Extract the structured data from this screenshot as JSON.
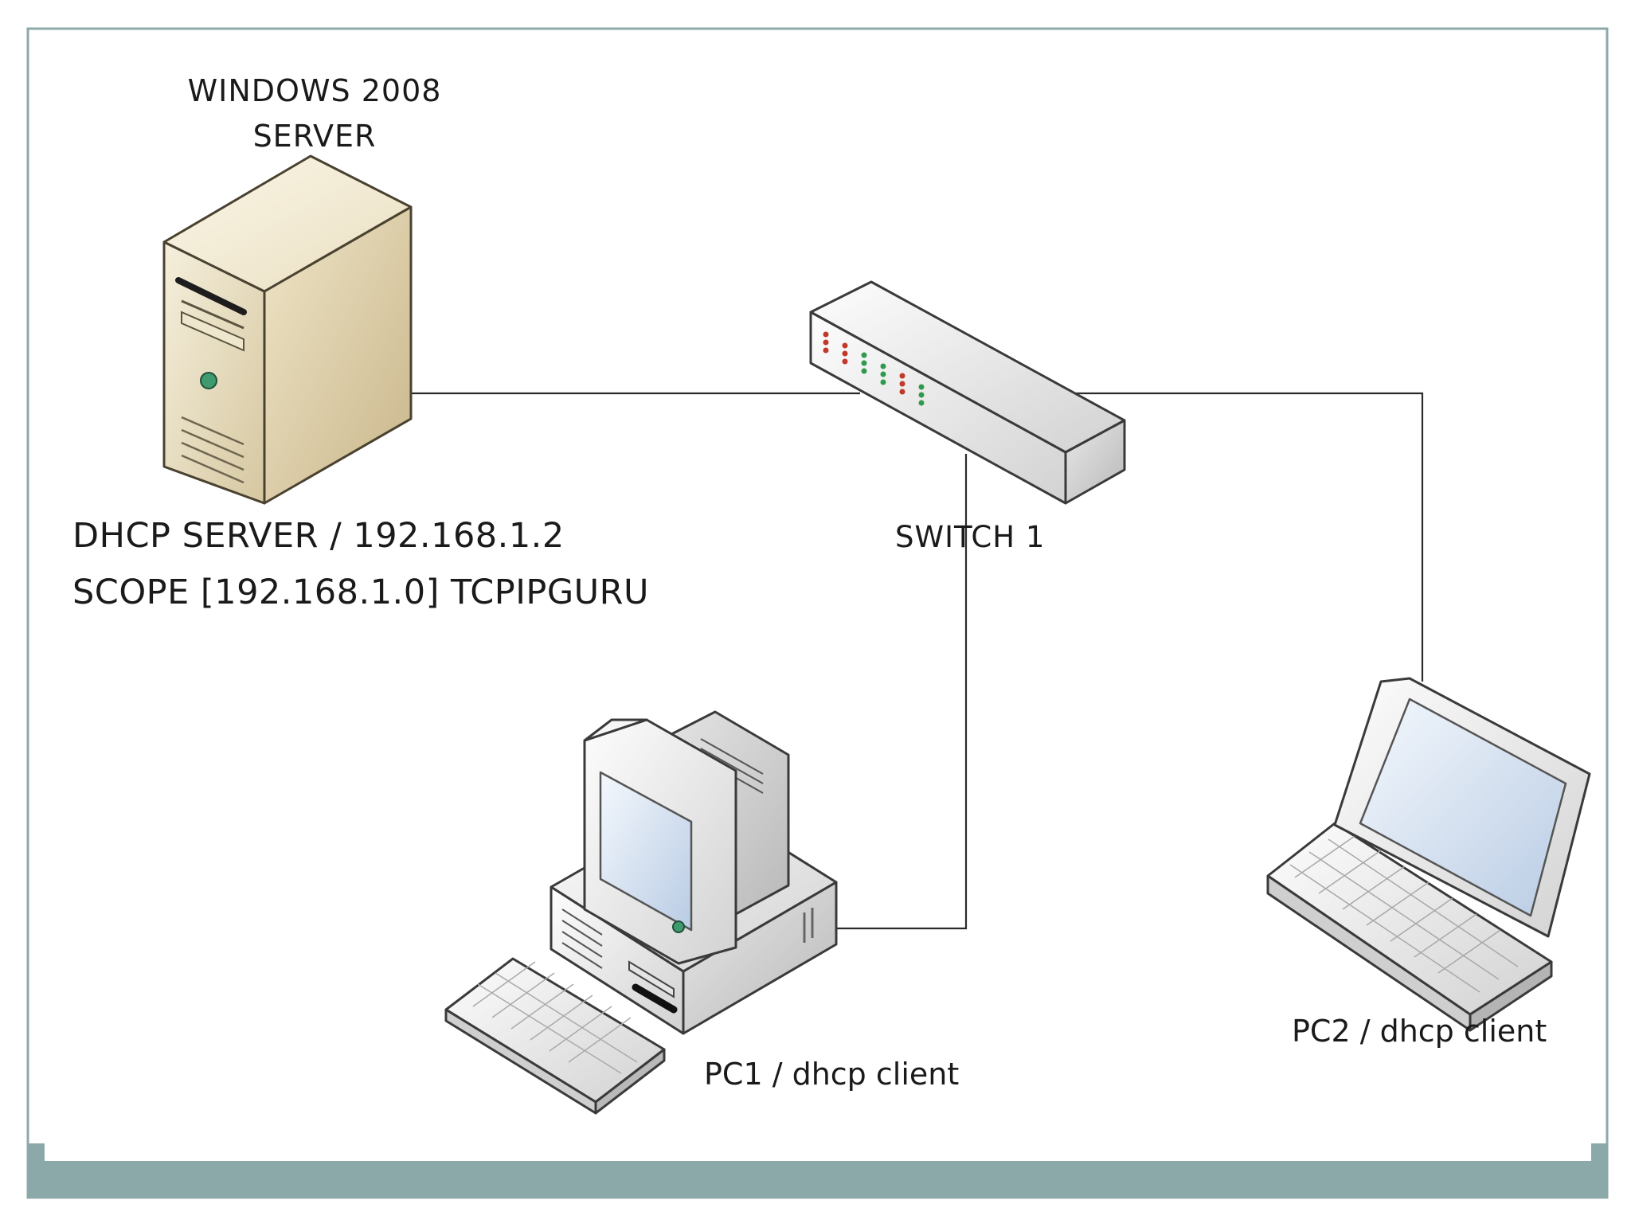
{
  "diagram": {
    "server": {
      "title_line1": "WINDOWS 2008",
      "title_line2": "SERVER",
      "role_label": "DHCP SERVER / 192.168.1.2",
      "scope_label": "SCOPE [192.168.1.0] TCPIPGURU",
      "icon": "server-tower-icon"
    },
    "switch": {
      "label": "SWITCH 1",
      "icon": "network-switch-icon"
    },
    "pc1": {
      "label": "PC1 / dhcp client",
      "icon": "desktop-computer-icon"
    },
    "pc2": {
      "label": "PC2 / dhcp client",
      "icon": "laptop-icon"
    }
  },
  "colors": {
    "frame_border": "#8fa8a8",
    "footer_bar": "#8ba9a9",
    "connector": "#2a2a2a",
    "server_body": "#e2d7b6",
    "screen_glass": "#dbe6f3"
  }
}
